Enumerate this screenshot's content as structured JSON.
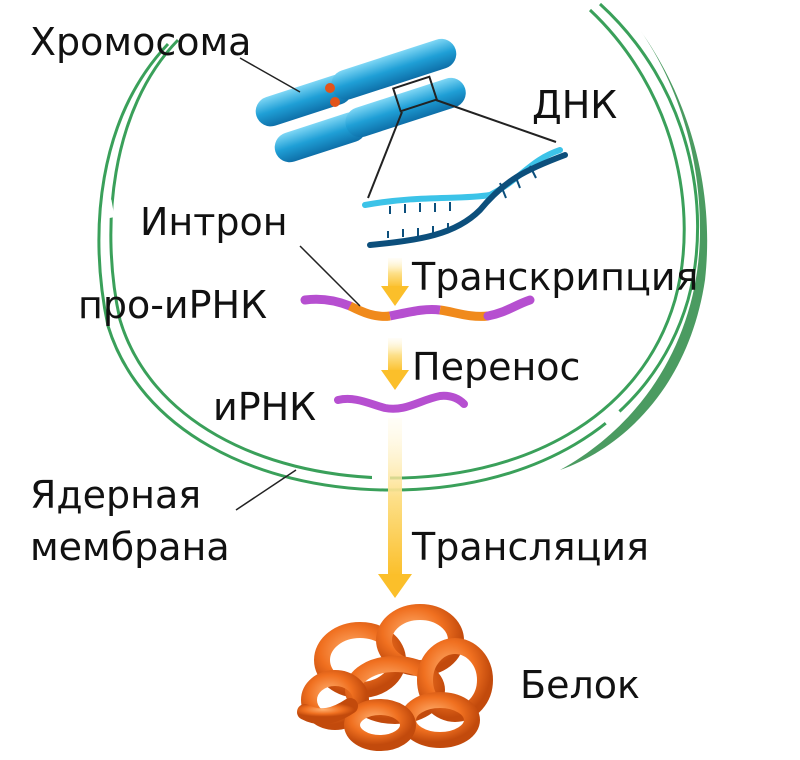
{
  "labels": {
    "chromosome": "Хромосома",
    "dna": "ДНК",
    "intron": "Интрон",
    "pre_mrna": "про-иРНК",
    "transcription": "Транскрипция",
    "transport": "Перенос",
    "mrna": "иРНК",
    "nuclear_membrane_line1": "Ядерная",
    "nuclear_membrane_line2": "мембрана",
    "translation": "Трансляция",
    "protein": "Белок"
  },
  "colors": {
    "membrane": "#3aa05a",
    "chromosome": "#1f9fd6",
    "centromere": "#e2541a",
    "dna_light": "#3cc3e8",
    "dna_dark": "#0c4f7c",
    "exon": "#b64fd0",
    "intron": "#f08a1c",
    "arrow": "#fbbf2a",
    "protein": "#f07020"
  },
  "icons": {
    "chromosome": "chromosome-icon",
    "dna": "dna-double-helix-icon",
    "protein": "folded-protein-icon"
  }
}
